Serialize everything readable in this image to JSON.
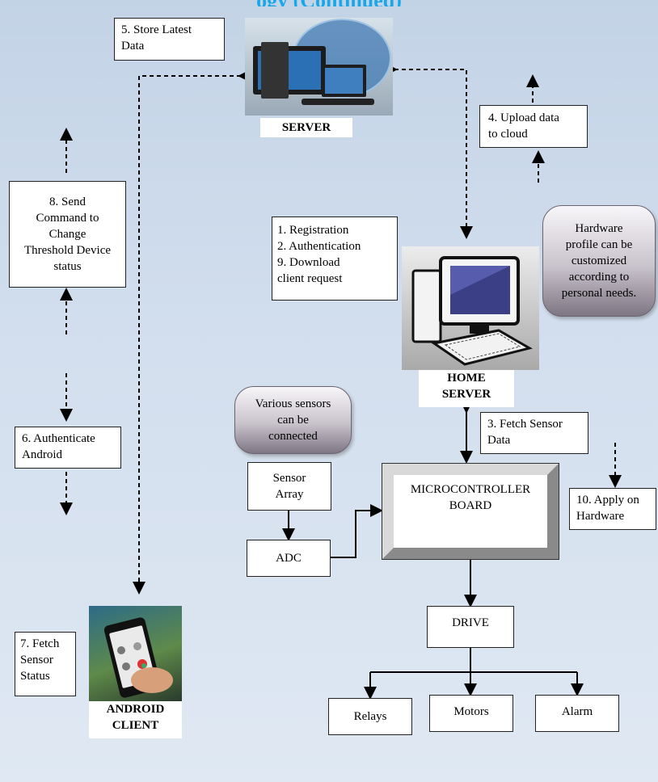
{
  "title": "ogy (Continued)",
  "server": {
    "label": "SERVER"
  },
  "home_server": {
    "label_line1": "HOME",
    "label_line2": "SERVER"
  },
  "android_client": {
    "label_line1": "ANDROID",
    "label_line2": "CLIENT"
  },
  "steps": {
    "s5": [
      "5.  Store Latest",
      "Data"
    ],
    "s4": [
      "4.  Upload  data",
      "to cloud"
    ],
    "s8": [
      "8. Send",
      "Command to",
      "Change",
      "Threshold Device",
      "status"
    ],
    "s1": [
      "1.  Registration",
      "2.  Authentication",
      "9. Download",
      "client request"
    ],
    "s6": [
      "6.  Authenticate",
      "Android"
    ],
    "s3": [
      "3.  Fetch Sensor",
      "Data"
    ],
    "s10": [
      "10. Apply on",
      "Hardware"
    ],
    "s7": [
      "7. Fetch",
      "Sensor",
      "Status"
    ]
  },
  "callouts": {
    "hardware": [
      "Hardware",
      "profile can be",
      "customized",
      "according to",
      "personal needs."
    ],
    "sensors": [
      "Various sensors",
      "can be",
      "connected"
    ]
  },
  "blocks": {
    "sensor_array": [
      "Sensor",
      "Array"
    ],
    "adc": "ADC",
    "microcontroller": [
      "MICROCONTROLLER",
      "BOARD"
    ],
    "drive": "DRIVE",
    "relays": "Relays",
    "motors": "Motors",
    "alarm": "Alarm"
  }
}
